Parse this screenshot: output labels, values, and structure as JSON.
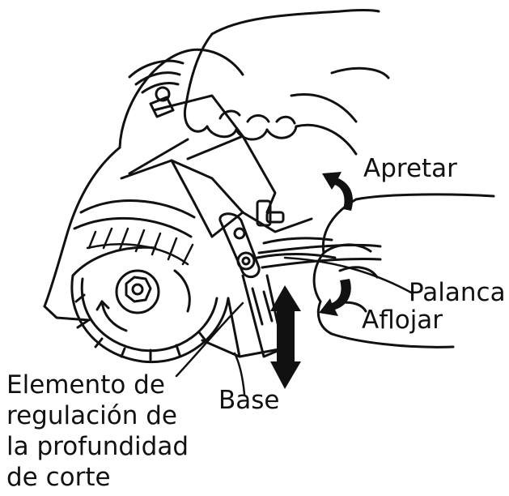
{
  "labels": {
    "apretar": "Apretar",
    "palanca": "Palanca",
    "aflojar": "Aflojar",
    "base": "Base",
    "depth_line1": "Elemento de",
    "depth_line2": "regulación de",
    "depth_line3": "la profundidad",
    "depth_line4": "de corte"
  },
  "colors": {
    "ink": "#111111",
    "paper": "#ffffff"
  }
}
